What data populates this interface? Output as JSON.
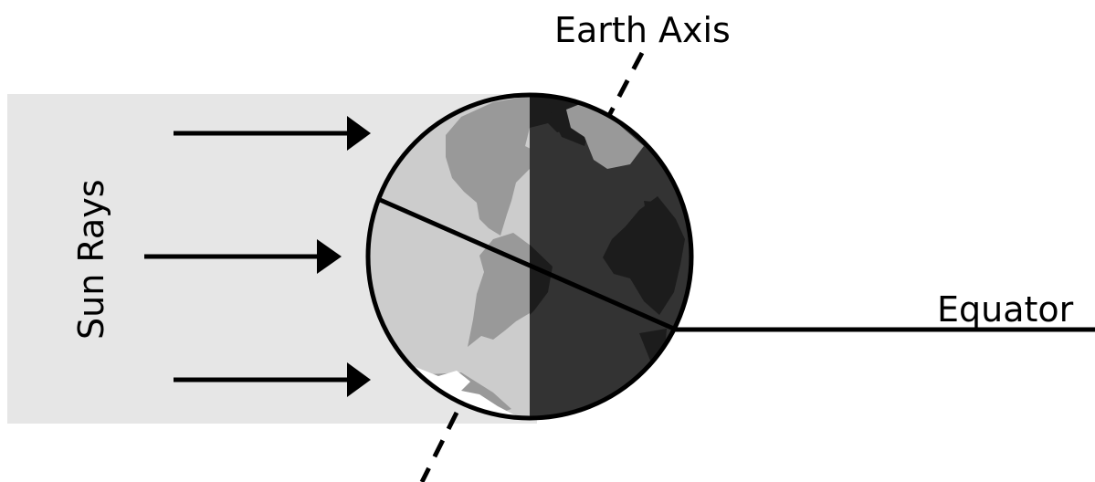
{
  "labels": {
    "earth_axis": "Earth Axis",
    "sun_rays": "Sun Rays",
    "equator": "Equator"
  },
  "colors": {
    "sunlit_region": "#e6e6e6",
    "earth_day_side": "#cccccc",
    "earth_night_side": "#333333",
    "land_day": "#999999",
    "land_night": "#1c1c1c",
    "ice": "#ffffff",
    "lines": "#000000"
  },
  "icons": {
    "sun_ray": "arrow-right-icon"
  }
}
